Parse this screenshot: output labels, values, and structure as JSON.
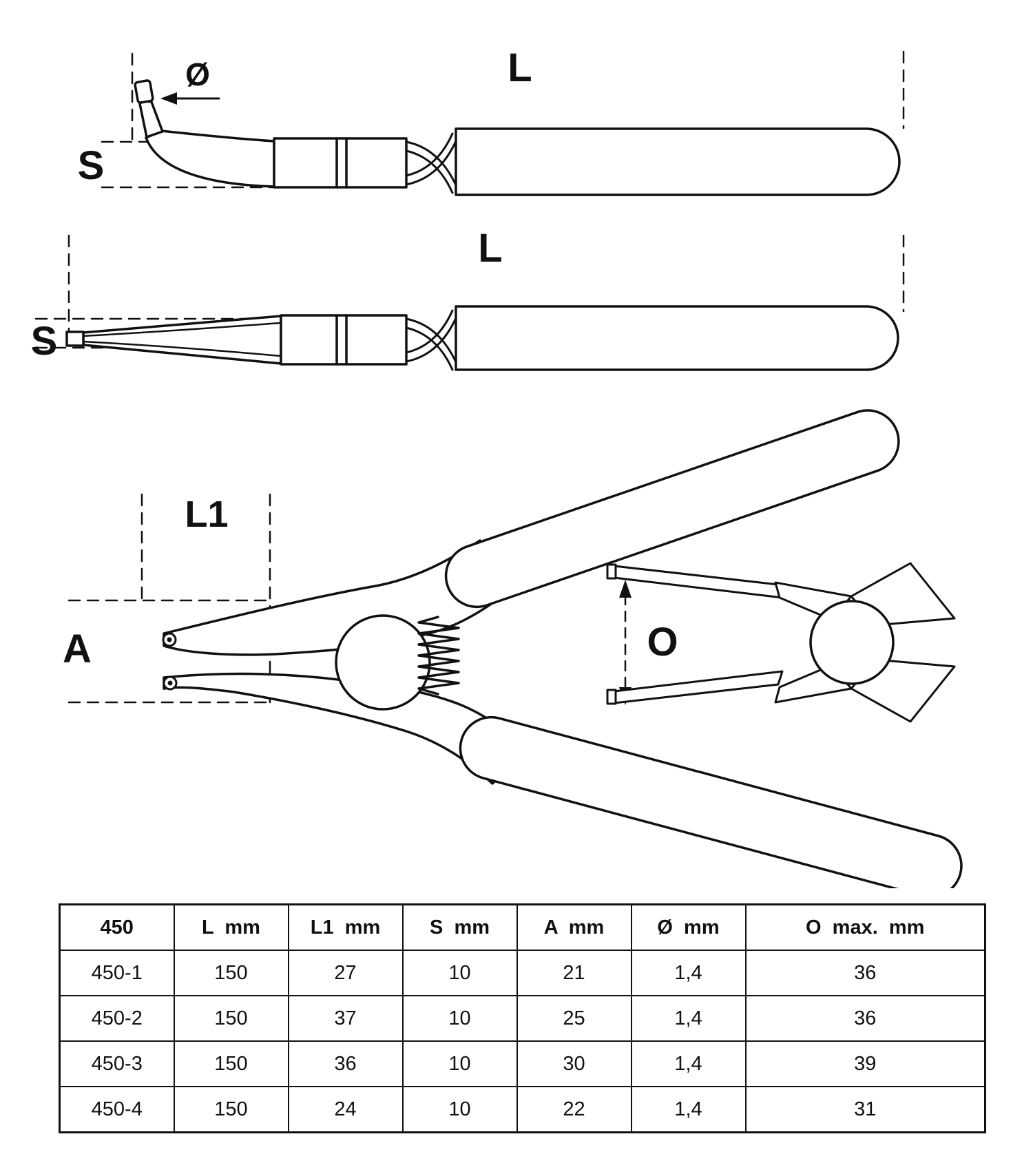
{
  "diagram": {
    "labels": {
      "length_top": "L",
      "diameter_top": "Ø",
      "tip_width_top": "S",
      "length_middle": "L",
      "tip_width_middle": "S",
      "jaw_length": "L1",
      "jaw_offset": "A",
      "opening": "O"
    }
  },
  "table": {
    "headers": [
      "450",
      "L  mm",
      "L1  mm",
      "S  mm",
      "A  mm",
      "Ø  mm",
      "O  max.  mm"
    ],
    "rows": [
      [
        "450-1",
        "150",
        "27",
        "10",
        "21",
        "1,4",
        "36"
      ],
      [
        "450-2",
        "150",
        "37",
        "10",
        "25",
        "1,4",
        "36"
      ],
      [
        "450-3",
        "150",
        "36",
        "10",
        "30",
        "1,4",
        "39"
      ],
      [
        "450-4",
        "150",
        "24",
        "10",
        "22",
        "1,4",
        "31"
      ]
    ]
  },
  "colors": {
    "line": "#111111",
    "background": "#ffffff"
  }
}
